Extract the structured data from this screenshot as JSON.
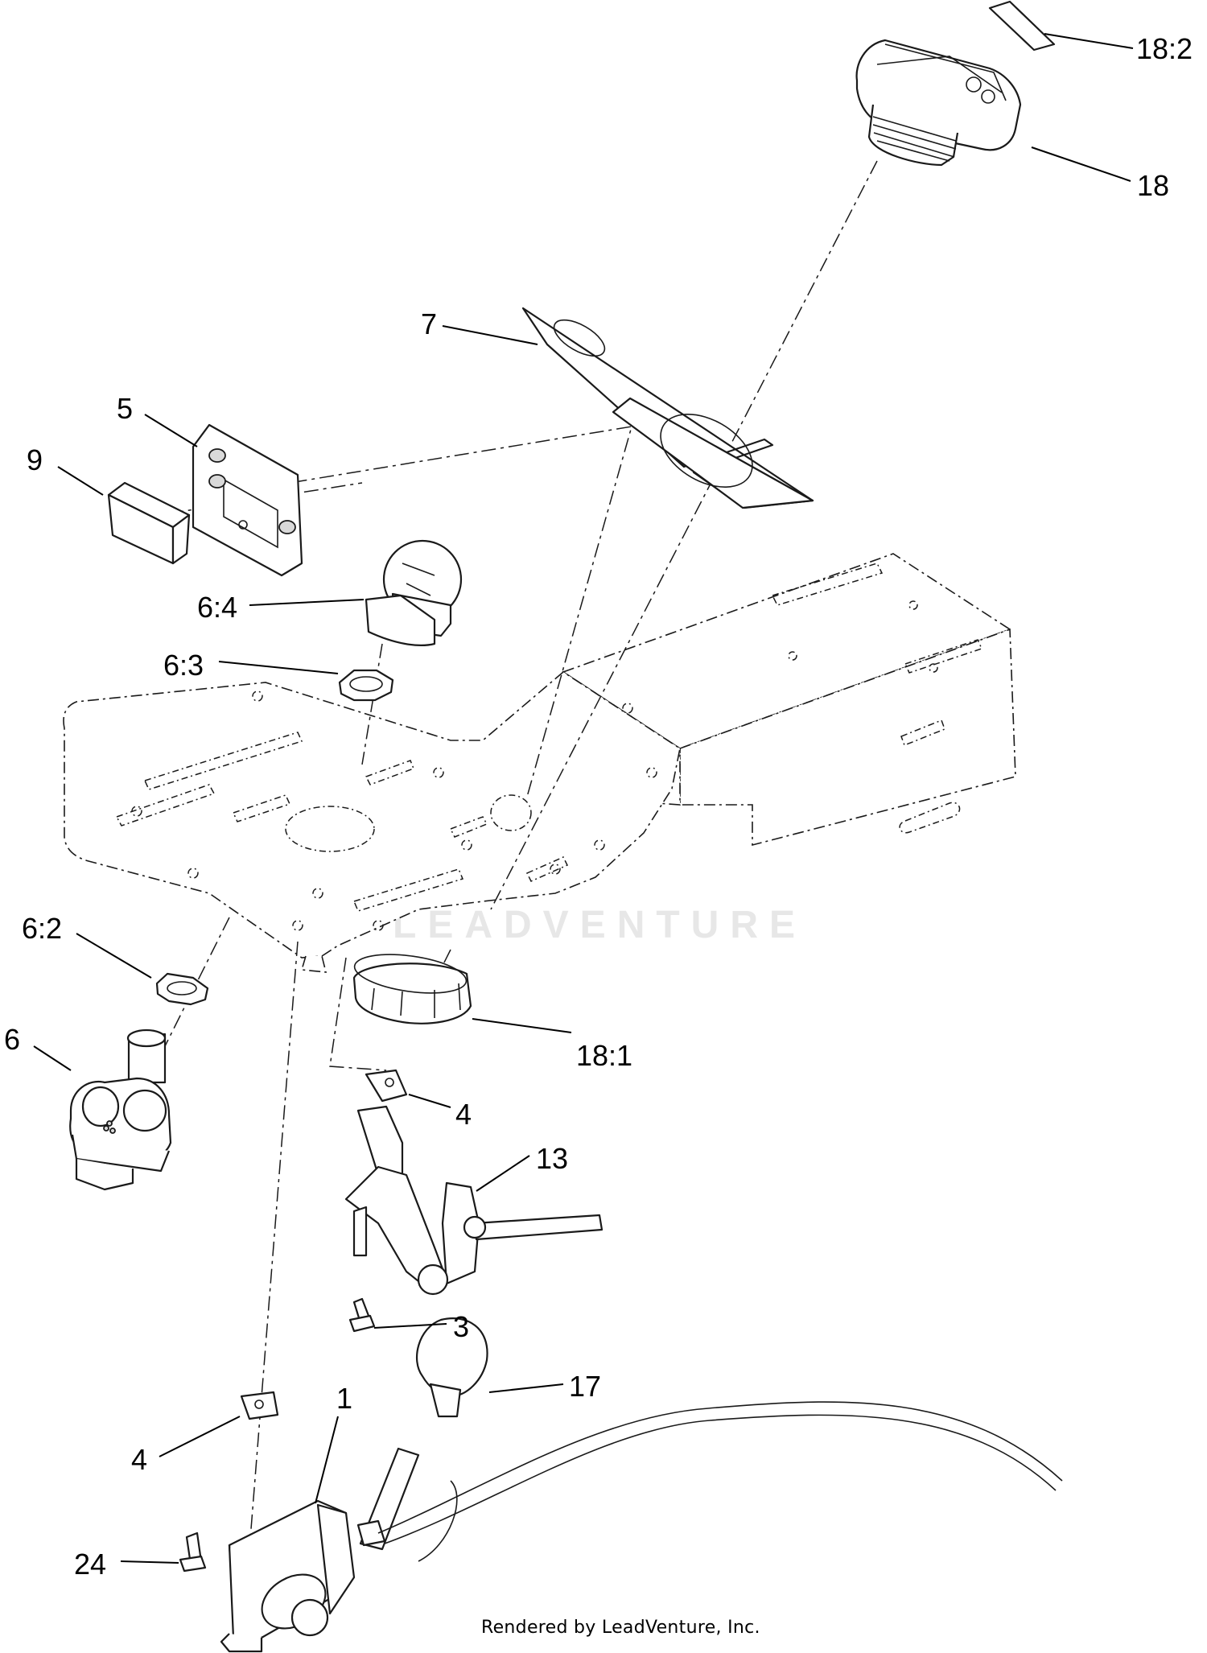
{
  "diagram": {
    "callouts": {
      "c18_2": "18:2",
      "c18": "18",
      "c7": "7",
      "c5": "5",
      "c9": "9",
      "c6_4": "6:4",
      "c6_3": "6:3",
      "c6_2": "6:2",
      "c6": "6",
      "c18_1": "18:1",
      "c4a": "4",
      "c13": "13",
      "c3": "3",
      "c17": "17",
      "c1": "1",
      "c4b": "4",
      "c24": "24"
    },
    "watermark": "LEADVENTURE",
    "credit": "Rendered by LeadVenture, Inc."
  }
}
